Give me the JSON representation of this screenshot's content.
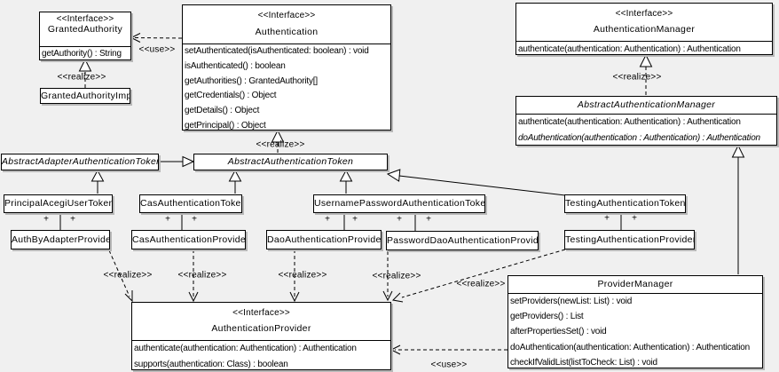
{
  "colors": {
    "background": "#f0f0f0",
    "box_fill": "#ffffff",
    "line": "#000000",
    "shadow": "#b8b8b8"
  },
  "labels": {
    "use": "<<use>>",
    "realize": "<<realize>>",
    "plus": "+"
  },
  "classes": {
    "granted_authority": {
      "stereotype": "<<Interface>>",
      "name": "GrantedAuthority",
      "methods": [
        "getAuthority() : String"
      ]
    },
    "granted_authority_impl": {
      "name": "GrantedAuthorityImpl"
    },
    "authentication": {
      "stereotype": "<<Interface>>",
      "name": "Authentication",
      "methods": [
        "setAuthenticated(isAuthenticated: boolean) : void",
        "isAuthenticated() : boolean",
        "getAuthorities() : GrantedAuthority[]",
        "getCredentials() : Object",
        "getDetails() : Object",
        "getPrincipal() : Object"
      ]
    },
    "authentication_manager": {
      "stereotype": "<<Interface>>",
      "name": "AuthenticationManager",
      "methods": [
        "authenticate(authentication: Authentication) : Authentication"
      ]
    },
    "abstract_authentication_manager": {
      "name": "AbstractAuthenticationManager",
      "methods": [
        "authenticate(authentication: Authentication) : Authentication",
        "doAuthentication(authentication : Authentication) : Authentication"
      ]
    },
    "abstract_adapter_authentication_token": {
      "name": "AbstractAdapterAuthenticationToken"
    },
    "abstract_authentication_token": {
      "name": "AbstractAuthenticationToken"
    },
    "principal_acegi_user_token": {
      "name": "PrincipalAcegiUserToken"
    },
    "cas_authentication_token": {
      "name": "CasAuthenticationToken"
    },
    "username_password_authentication_token": {
      "name": "UsernamePasswordAuthenticationToken"
    },
    "testing_authentication_token": {
      "name": "TestingAuthenticationToken"
    },
    "auth_by_adapter_provider": {
      "name": "AuthByAdapterProvider"
    },
    "cas_authentication_provider": {
      "name": "CasAuthenticationProvider"
    },
    "dao_authentication_provider": {
      "name": "DaoAuthenticationProvider"
    },
    "password_dao_authentication_provider": {
      "name": "PasswordDaoAuthenticationProvider"
    },
    "testing_authentication_provider": {
      "name": "TestingAuthenticationProvider"
    },
    "authentication_provider": {
      "stereotype": "<<Interface>>",
      "name": "AuthenticationProvider",
      "methods": [
        "authenticate(authentication: Authentication) : Authentication",
        "supports(authentication: Class) : boolean"
      ]
    },
    "provider_manager": {
      "name": "ProviderManager",
      "methods": [
        "setProviders(newList: List) : void",
        "getProviders() : List",
        "afterPropertiesSet() : void",
        "doAuthentication(authentication: Authentication) : Authentication",
        "checkIfValidList(listToCheck: List) : void"
      ]
    }
  }
}
